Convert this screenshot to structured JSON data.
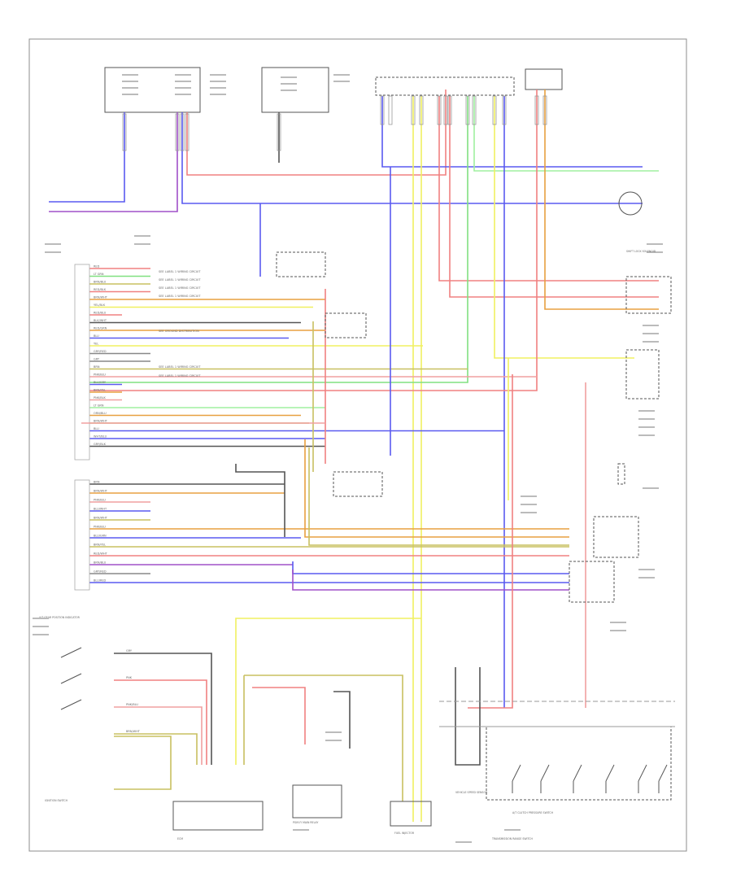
{
  "diagram": {
    "footer_code": "",
    "colors": {
      "frame": "#8c8c8c",
      "box": "#555555",
      "text": "#666666",
      "blue": "#5a5af0",
      "violet": "#a050c8",
      "red": "#f08080",
      "pink": "#f0a0a0",
      "yellow": "#f0f060",
      "green": "#80e080",
      "orange": "#e8a040",
      "olive": "#c8c060",
      "black": "#505050",
      "lightgreen": "#a0f0a0",
      "gray": "#888888"
    },
    "labels": {
      "left_connector_col": [
        "RED",
        "LT GRN",
        "BRN/BLU",
        "RED/BLK",
        "BRN/WHT",
        "YEL/BLK",
        "RED/BLU",
        "BLK/WHT",
        "RED/GRN",
        "BLU",
        "YEL",
        "GRY/RED",
        "GRY",
        "BRN",
        "PNK/BLU",
        "BLU/GRY",
        "BRN/YEL",
        "PNK/BLK",
        "LT GRN",
        "ORN/BLU",
        "BRN/WHT",
        "BLU",
        "WHT/BLU",
        "GRY/BLK"
      ],
      "lower_connector_col": [
        "BRN",
        "BRN/WHT",
        "PNK/BLU",
        "BLU/WHT",
        "BRN/WHT",
        "PNK/BLU",
        "BLU/GRN",
        "BRN/YEL",
        "RED/WHT",
        "BRN/BLU",
        "GRY/RED",
        "BLU/RED"
      ],
      "sheet_refs": [
        "SEE LABEL 1 WIRING CIRCUIT",
        "SEE LABEL 1 WIRING CIRCUIT",
        "SEE LABEL 1 WIRING CIRCUIT",
        "SEE LABEL 1 WIRING CIRCUIT",
        "SEE GROUND DISTRIBUTION",
        "SEE LABEL 1 WIRING CIRCUIT",
        "SEE LABEL 1 WIRING CIRCUIT"
      ],
      "bottom_left_wires": [
        "GRY",
        "PNK",
        "PNK/BLU",
        "BRN/WHT"
      ],
      "tiny_components": [
        "ECM",
        "PGM-FI MAIN RELAY",
        "TRANSMISSION RANGE SWITCH",
        "A/T CLUTCH PRESSURE SWITCH",
        "VEHICLE SPEED SENSOR",
        "FUEL INJECTOR",
        "IGNITION SWITCH",
        "A/T GEAR POSITION INDICATOR",
        "SHIFT LOCK SOLENOID"
      ]
    }
  }
}
